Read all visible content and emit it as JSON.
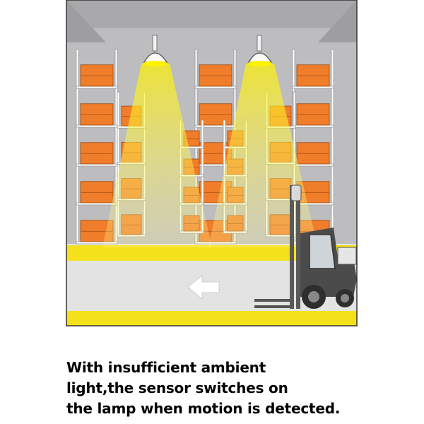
{
  "caption": {
    "lines": [
      "With insufficient ambient",
      "light,the sensor switches on",
      "the lamp when motion is detected."
    ]
  },
  "scene": {
    "lamps": [
      {
        "name": "ceiling-lamp-left",
        "state": "on"
      },
      {
        "name": "ceiling-lamp-right",
        "state": "on"
      }
    ],
    "forklift": {
      "direction": "left"
    },
    "colors": {
      "wall": "#b7b7b9",
      "ceiling": "#aaaaac",
      "floor": "#e2e2e2",
      "floor_stripe": "#f5e21c",
      "light_beam": "#fff48a",
      "box": "#ef7d2a",
      "rack": "#ffffff",
      "forklift": "#4a4a4a",
      "arrow": "#ffffff"
    }
  }
}
